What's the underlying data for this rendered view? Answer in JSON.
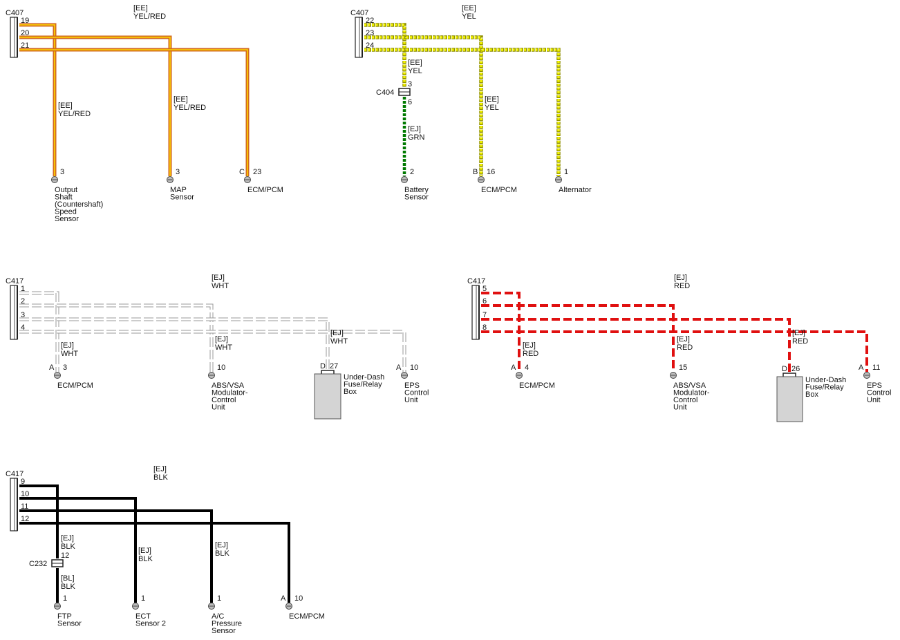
{
  "colors": {
    "YEL/RED": {
      "outer": "#d2691e",
      "inner": "#ffd700",
      "style": "double"
    },
    "YEL": {
      "outer": "#8f8f00",
      "inner": "#f2f200",
      "style": "dotted"
    },
    "GRN": {
      "outer": "#007a00",
      "inner": "#007a00",
      "style": "green-dots"
    },
    "WHT": {
      "outer": "#9a9a9a",
      "inner": "#ffffff",
      "style": "dashed-hollow"
    },
    "RED": {
      "outer": "#e01010",
      "inner": "#e01010",
      "style": "dashed"
    },
    "BLK": {
      "outer": "#000000",
      "inner": "#000000",
      "style": "solid"
    }
  },
  "groups": [
    {
      "id": "c407-yel-red",
      "connector": "C407",
      "pins": [
        "19",
        "20",
        "21"
      ],
      "wires": [
        {
          "code": "[EE]",
          "color": "YEL/RED",
          "pin_label": "3",
          "cavity": "",
          "component": [
            "Output",
            "Shaft",
            "(Countershaft)",
            "Speed",
            "Sensor"
          ]
        },
        {
          "code": "[EE]",
          "color": "YEL/RED",
          "pin_label": "3",
          "cavity": "",
          "component": [
            "MAP",
            "Sensor"
          ]
        },
        {
          "code": "[EE]",
          "color": "YEL/RED",
          "pin_label": "23",
          "cavity": "C",
          "component": [
            "ECM/PCM"
          ]
        }
      ]
    },
    {
      "id": "c407-yel",
      "connector": "C407",
      "pins": [
        "22",
        "23",
        "24"
      ],
      "inline_connector": {
        "name": "C404",
        "pin_top": "3",
        "pin_bottom": "6",
        "code": "[EJ]",
        "color": "GRN"
      },
      "wires": [
        {
          "code": "[EE]",
          "color": "YEL",
          "pin_label": "2",
          "cavity": "",
          "component": [
            "Battery",
            "Sensor"
          ]
        },
        {
          "code": "[EE]",
          "color": "YEL",
          "pin_label": "16",
          "cavity": "B",
          "component": [
            "ECM/PCM"
          ]
        },
        {
          "code": "[EE]",
          "color": "YEL",
          "pin_label": "1",
          "cavity": "",
          "component": [
            "Alternator"
          ]
        }
      ]
    },
    {
      "id": "c417-wht",
      "connector": "C417",
      "pins": [
        "1",
        "2",
        "3",
        "4"
      ],
      "wires": [
        {
          "code": "[EJ]",
          "color": "WHT",
          "pin_label": "3",
          "cavity": "A",
          "component": [
            "ECM/PCM"
          ]
        },
        {
          "code": "[EJ]",
          "color": "WHT",
          "pin_label": "10",
          "cavity": "",
          "component": [
            "ABS/VSA",
            "Modulator-",
            "Control",
            "Unit"
          ]
        },
        {
          "code": "[EJ]",
          "color": "WHT",
          "pin_label": "27",
          "cavity": "D",
          "component": [
            "Under-Dash",
            "Fuse/Relay",
            "Box"
          ]
        },
        {
          "code": "[EJ]",
          "color": "WHT",
          "pin_label": "10",
          "cavity": "A",
          "component": [
            "EPS",
            "Control",
            "Unit"
          ]
        }
      ]
    },
    {
      "id": "c417-red",
      "connector": "C417",
      "pins": [
        "5",
        "6",
        "7",
        "8"
      ],
      "wires": [
        {
          "code": "[EJ]",
          "color": "RED",
          "pin_label": "4",
          "cavity": "A",
          "component": [
            "ECM/PCM"
          ]
        },
        {
          "code": "[EJ]",
          "color": "RED",
          "pin_label": "15",
          "cavity": "",
          "component": [
            "ABS/VSA",
            "Modulator-",
            "Control",
            "Unit"
          ]
        },
        {
          "code": "[EJ]",
          "color": "RED",
          "pin_label": "26",
          "cavity": "D",
          "component": [
            "Under-Dash",
            "Fuse/Relay",
            "Box"
          ]
        },
        {
          "code": "[EJ]",
          "color": "RED",
          "pin_label": "11",
          "cavity": "A",
          "component": [
            "EPS",
            "Control",
            "Unit"
          ]
        }
      ]
    },
    {
      "id": "c417-blk",
      "connector": "C417",
      "pins": [
        "9",
        "10",
        "11",
        "12"
      ],
      "inline_connector": {
        "name": "C232",
        "pin_top": "12",
        "code": "[BL]",
        "color": "BLK"
      },
      "wires": [
        {
          "code": "[EJ]",
          "color": "BLK",
          "pin_label": "1",
          "cavity": "",
          "component": [
            "FTP",
            "Sensor"
          ]
        },
        {
          "code": "[EJ]",
          "color": "BLK",
          "pin_label": "1",
          "cavity": "",
          "component": [
            "ECT",
            "Sensor 2"
          ]
        },
        {
          "code": "[EJ]",
          "color": "BLK",
          "pin_label": "1",
          "cavity": "",
          "component": [
            "A/C",
            "Pressure",
            "Sensor"
          ]
        },
        {
          "code": "[EJ]",
          "color": "BLK",
          "pin_label": "10",
          "cavity": "A",
          "component": [
            "ECM/PCM"
          ]
        }
      ]
    }
  ]
}
